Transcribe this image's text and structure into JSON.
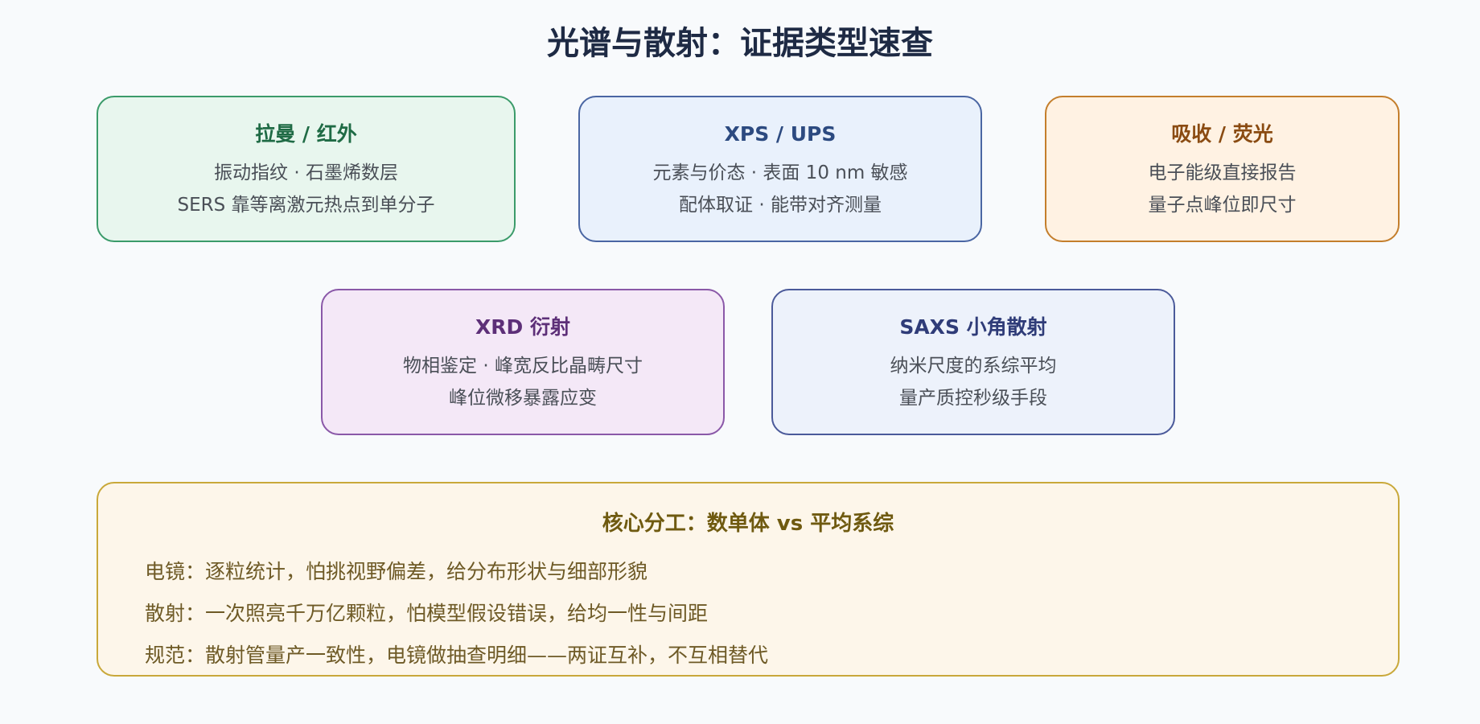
{
  "page": {
    "title": "光谱与散射：证据类型速查"
  },
  "cards": {
    "raman": {
      "title": "拉曼 / 红外",
      "lines": [
        "振动指纹 · 石墨烯数层",
        "SERS 靠等离激元热点到单分子"
      ],
      "accent": "#3b9b6a"
    },
    "xps": {
      "title": "XPS / UPS",
      "lines": [
        "元素与价态 · 表面 10 nm 敏感",
        "配体取证 · 能带对齐测量"
      ],
      "accent": "#4a66a3"
    },
    "absorption": {
      "title": "吸收 / 荧光",
      "lines": [
        "电子能级直接报告",
        "量子点峰位即尺寸"
      ],
      "accent": "#c47e2c"
    },
    "xrd": {
      "title": "XRD 衍射",
      "lines": [
        "物相鉴定 · 峰宽反比晶畴尺寸",
        "峰位微移暴露应变"
      ],
      "accent": "#8a58a8"
    },
    "saxs": {
      "title": "SAXS 小角散射",
      "lines": [
        "纳米尺度的系综平均",
        "量产质控秒级手段"
      ],
      "accent": "#4b5a9a"
    }
  },
  "summary": {
    "title": "核心分工：数单体 vs 平均系综",
    "items": [
      "电镜：逐粒统计，怕挑视野偏差，给分布形状与细部形貌",
      "散射：一次照亮千万亿颗粒，怕模型假设错误，给均一性与间距",
      "规范：散射管量产一致性，电镜做抽查明细——两证互补，不互相替代"
    ],
    "accent": "#c9a83a"
  }
}
